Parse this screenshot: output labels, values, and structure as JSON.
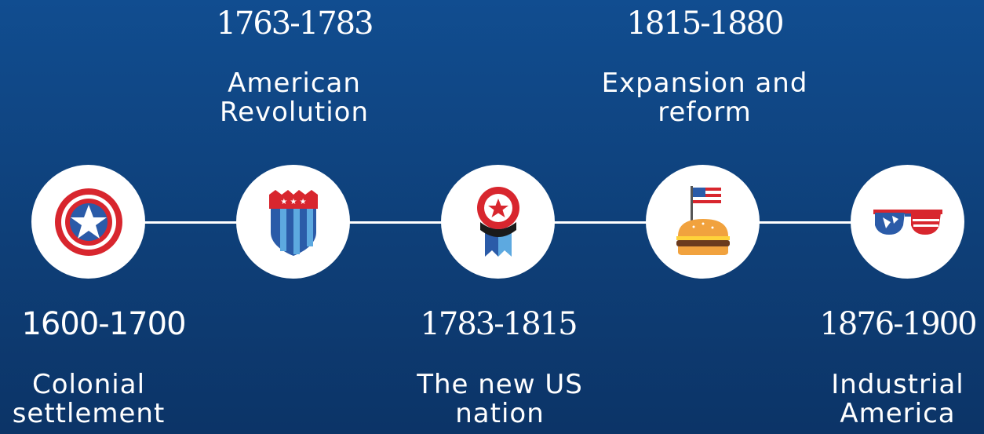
{
  "timeline": [
    {
      "years": "1600-1700",
      "label": "Colonial settlement",
      "icon": "captain-shield-icon",
      "position": "below"
    },
    {
      "years": "1763-1783",
      "label": "American Revolution",
      "icon": "star-badge-icon",
      "position": "above"
    },
    {
      "years": "1783-1815",
      "label": "The new US nation",
      "icon": "star-medal-icon",
      "position": "below"
    },
    {
      "years": "1815-1880",
      "label": "Expansion and reform",
      "icon": "burger-flag-icon",
      "position": "above"
    },
    {
      "years": "1876-1900",
      "label": "Industrial America",
      "icon": "flag-sunglasses-icon",
      "position": "below"
    }
  ],
  "colors": {
    "background_top": "#114d90",
    "background_bottom": "#0c3467",
    "red": "#d8262e",
    "blue": "#2b5ba8",
    "light_blue": "#5da9e0",
    "white": "#ffffff"
  }
}
